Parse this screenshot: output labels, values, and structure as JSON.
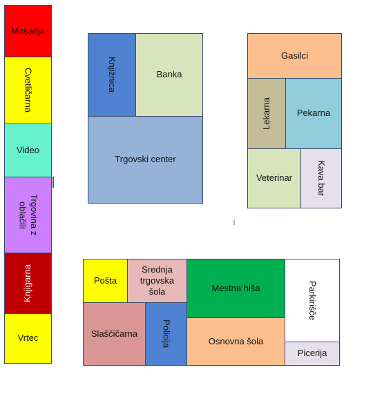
{
  "colors": {
    "red": "#ff0000",
    "yellow": "#ffff00",
    "teal": "#66f2cc",
    "violet": "#cc80ff",
    "darkred": "#c00000",
    "blue": "#4f81d1",
    "lightgreen": "#d8e4bc",
    "steelblue": "#95b3d7",
    "peach": "#fbbf8f",
    "olive": "#c4bd97",
    "cyan": "#92cddc",
    "mauve": "#e6e0ec",
    "pink": "#e6b8b7",
    "green": "#00b050",
    "rose": "#da9694",
    "white": "#ffffff"
  },
  "strip": {
    "mesarija": "Mesarija",
    "cvetlicarna": "Cvetličarna",
    "video": "Video",
    "trgovina_line1": "Trgovina z",
    "trgovina_line2": "oblačili",
    "knjigarna": "Knjigarna",
    "vrtec": "Vrtec"
  },
  "block_center": {
    "knjiznica": "Knjižnica",
    "banka": "Banka",
    "trgovski_center": "Trgovski center"
  },
  "block_right": {
    "gasilci": "Gasilci",
    "lekarna": "Lekarna",
    "pekarna": "Pekarna",
    "veterinar": "Veterinar",
    "kava_bar": "Kava bar"
  },
  "block_bottom": {
    "posta": "Pošta",
    "srednja_line1": "Srednja",
    "srednja_line2": "trgovska",
    "srednja_line3": "šola",
    "mestna_hisa": "Mestna hiša",
    "parkirisce": "Parkirišče",
    "slascicarna": "Slaščičarna",
    "policija": "Policija",
    "osnovna_sola": "Osnovna šola",
    "picerija": "Picerija"
  }
}
